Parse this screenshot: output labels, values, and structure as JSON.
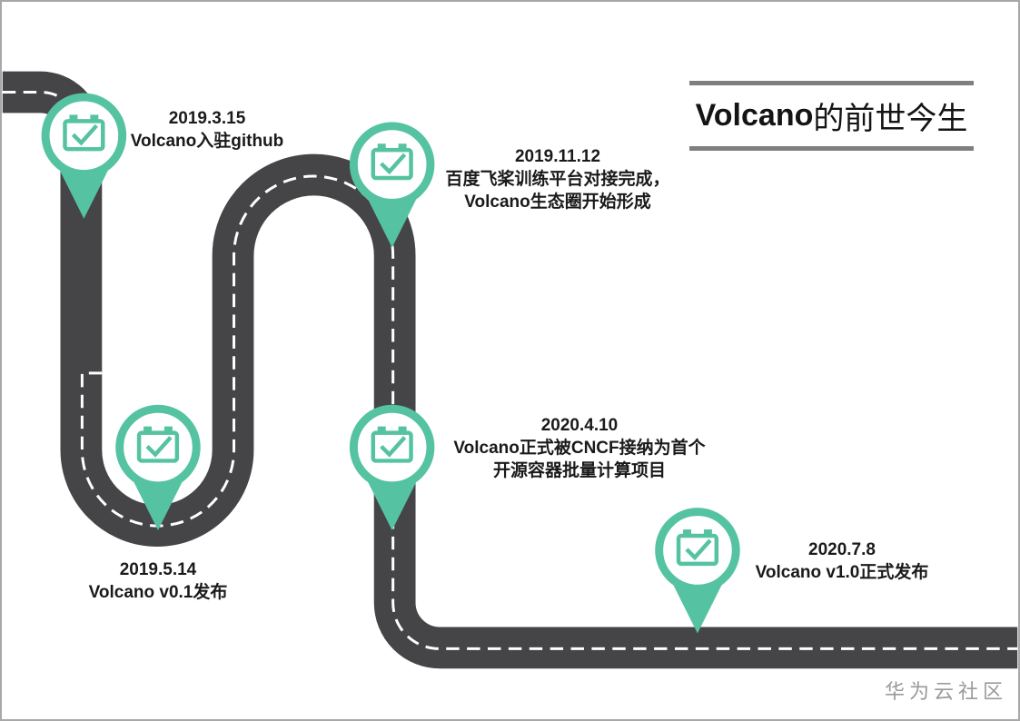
{
  "title": {
    "latin": "Volcano",
    "chinese": "的前世今生"
  },
  "milestones": [
    {
      "date": "2019.3.15",
      "lines": [
        "Volcano入驻github"
      ]
    },
    {
      "date": "2019.11.12",
      "lines": [
        "百度飞桨训练平台对接完成，",
        "Volcano生态圈开始形成"
      ]
    },
    {
      "date": "2019.5.14",
      "lines": [
        "Volcano v0.1发布"
      ]
    },
    {
      "date": "2020.4.10",
      "lines": [
        "Volcano正式被CNCF接纳为首个",
        "开源容器批量计算项目"
      ]
    },
    {
      "date": "2020.7.8",
      "lines": [
        "Volcano v1.0正式发布"
      ]
    }
  ],
  "watermark": "华为云社区",
  "icons": {
    "pin": "location-pin",
    "calendar": "calendar-check"
  },
  "colors": {
    "road": "#454548",
    "accent_teal": "#55c3a1",
    "dash_line": "#ffffff",
    "text": "#1a1a1a",
    "title_rule": "#7f7f7f",
    "watermark": "#9a9a9a",
    "background": "#ffffff"
  }
}
